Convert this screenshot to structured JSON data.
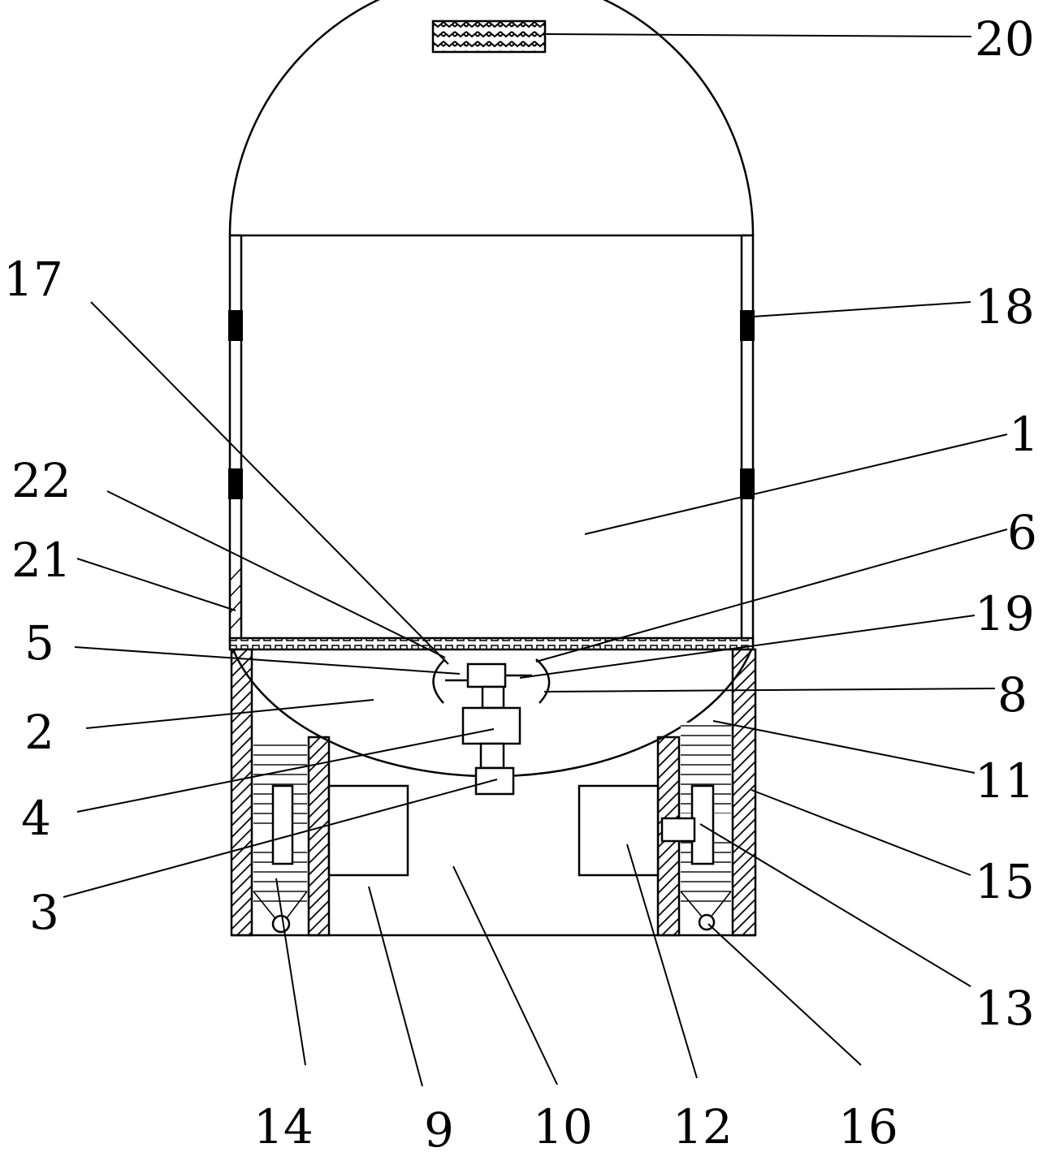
{
  "labels": {
    "l1": "1",
    "l2": "2",
    "l3": "3",
    "l4": "4",
    "l5": "5",
    "l6": "6",
    "l8": "8",
    "l9": "9",
    "l10": "10",
    "l11": "11",
    "l12": "12",
    "l13": "13",
    "l14": "14",
    "l15": "15",
    "l16": "16",
    "l17": "17",
    "l18": "18",
    "l19": "19",
    "l20": "20",
    "l21": "21",
    "l22": "22"
  },
  "colors": {
    "line": "#000000",
    "background": "#ffffff"
  }
}
